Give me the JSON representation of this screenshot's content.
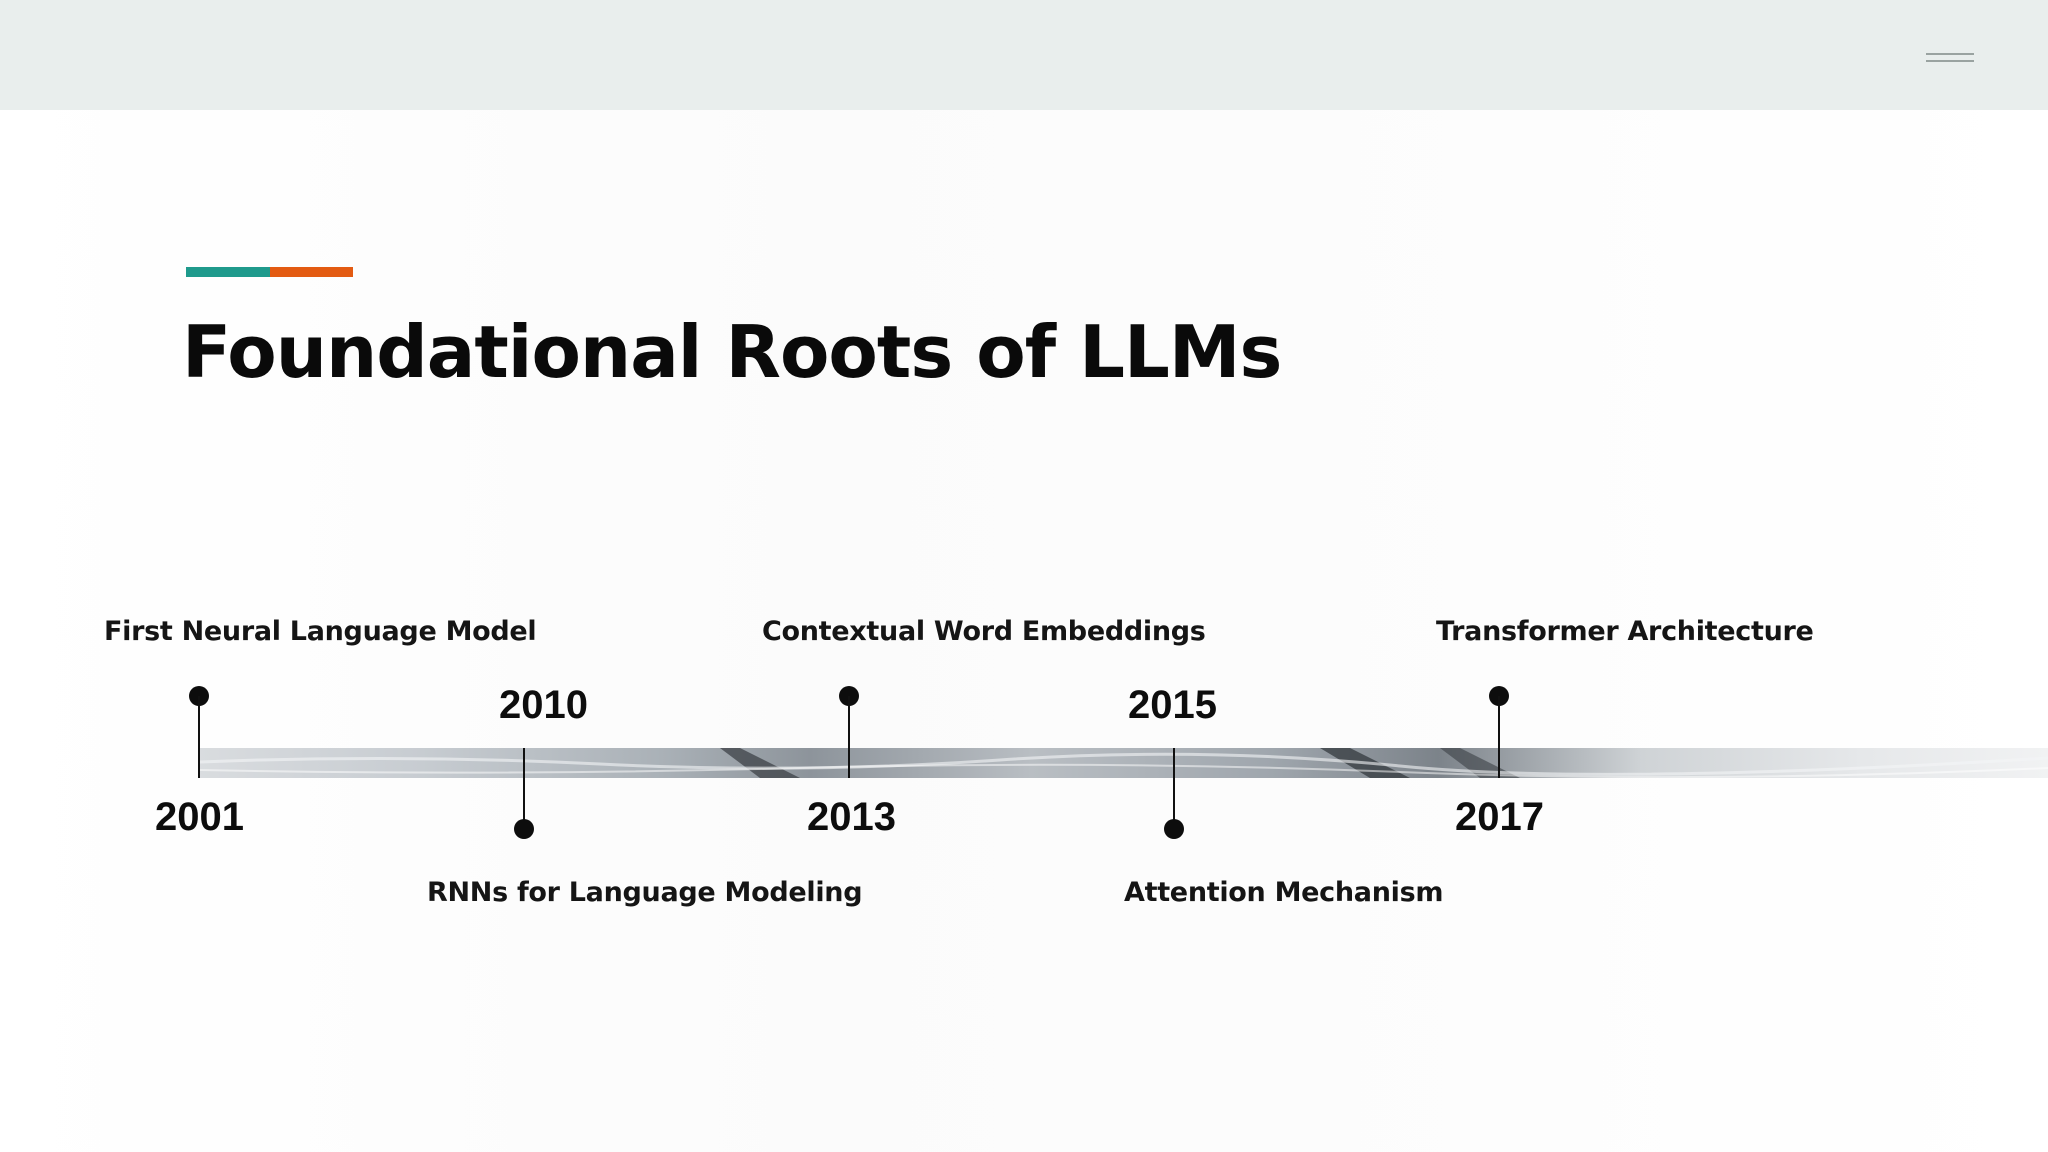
{
  "header": {
    "menu_icon": "hamburger-menu-icon"
  },
  "slide": {
    "accent_colors": [
      "#1f9a8c",
      "#e35b12"
    ],
    "title": "Foundational Roots of LLMs",
    "timeline": [
      {
        "year": "2001",
        "label": "First Neural Language Model",
        "side": "top"
      },
      {
        "year": "2010",
        "label": "RNNs for Language Modeling",
        "side": "bottom"
      },
      {
        "year": "2013",
        "label": "Contextual Word Embeddings",
        "side": "top"
      },
      {
        "year": "2015",
        "label": "Attention Mechanism",
        "side": "bottom"
      },
      {
        "year": "2017",
        "label": "Transformer Architecture",
        "side": "top"
      }
    ]
  }
}
